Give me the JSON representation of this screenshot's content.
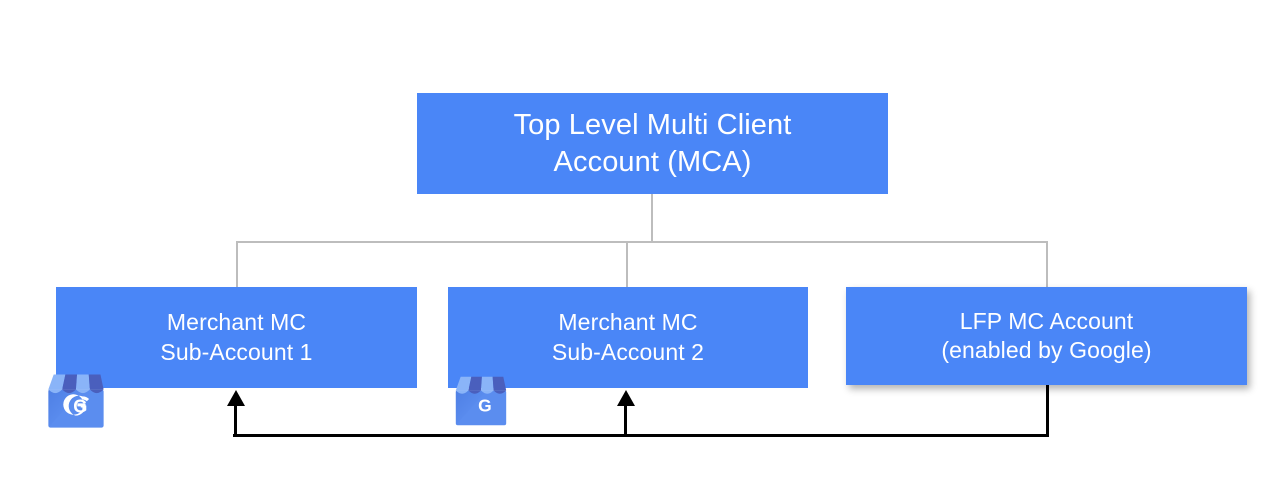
{
  "diagram": {
    "title_nodes": {
      "mca": {
        "line1": "Top Level Multi Client",
        "line2": "Account (MCA)"
      },
      "sub1": {
        "line1": "Merchant MC",
        "line2": "Sub-Account 1"
      },
      "sub2": {
        "line1": "Merchant MC",
        "line2": "Sub-Account 2"
      },
      "lfp": {
        "line1": "LFP MC Account",
        "line2": "(enabled by Google)"
      }
    },
    "icons": {
      "storefront_1": "google-business-profile-icon",
      "storefront_2": "google-business-profile-icon",
      "arrow_up_1": "arrow-up-icon",
      "arrow_up_2": "arrow-up-icon"
    },
    "colors": {
      "node_fill": "#4a86f7",
      "node_text": "#ffffff",
      "hierarchy_connector": "#bdbdbd",
      "feedback_connector": "#000000",
      "background": "#ffffff",
      "gbp_awning_light": "#8ab4f8",
      "gbp_awning_dark": "#4a5fbd",
      "gbp_body": "#5b8def"
    }
  }
}
